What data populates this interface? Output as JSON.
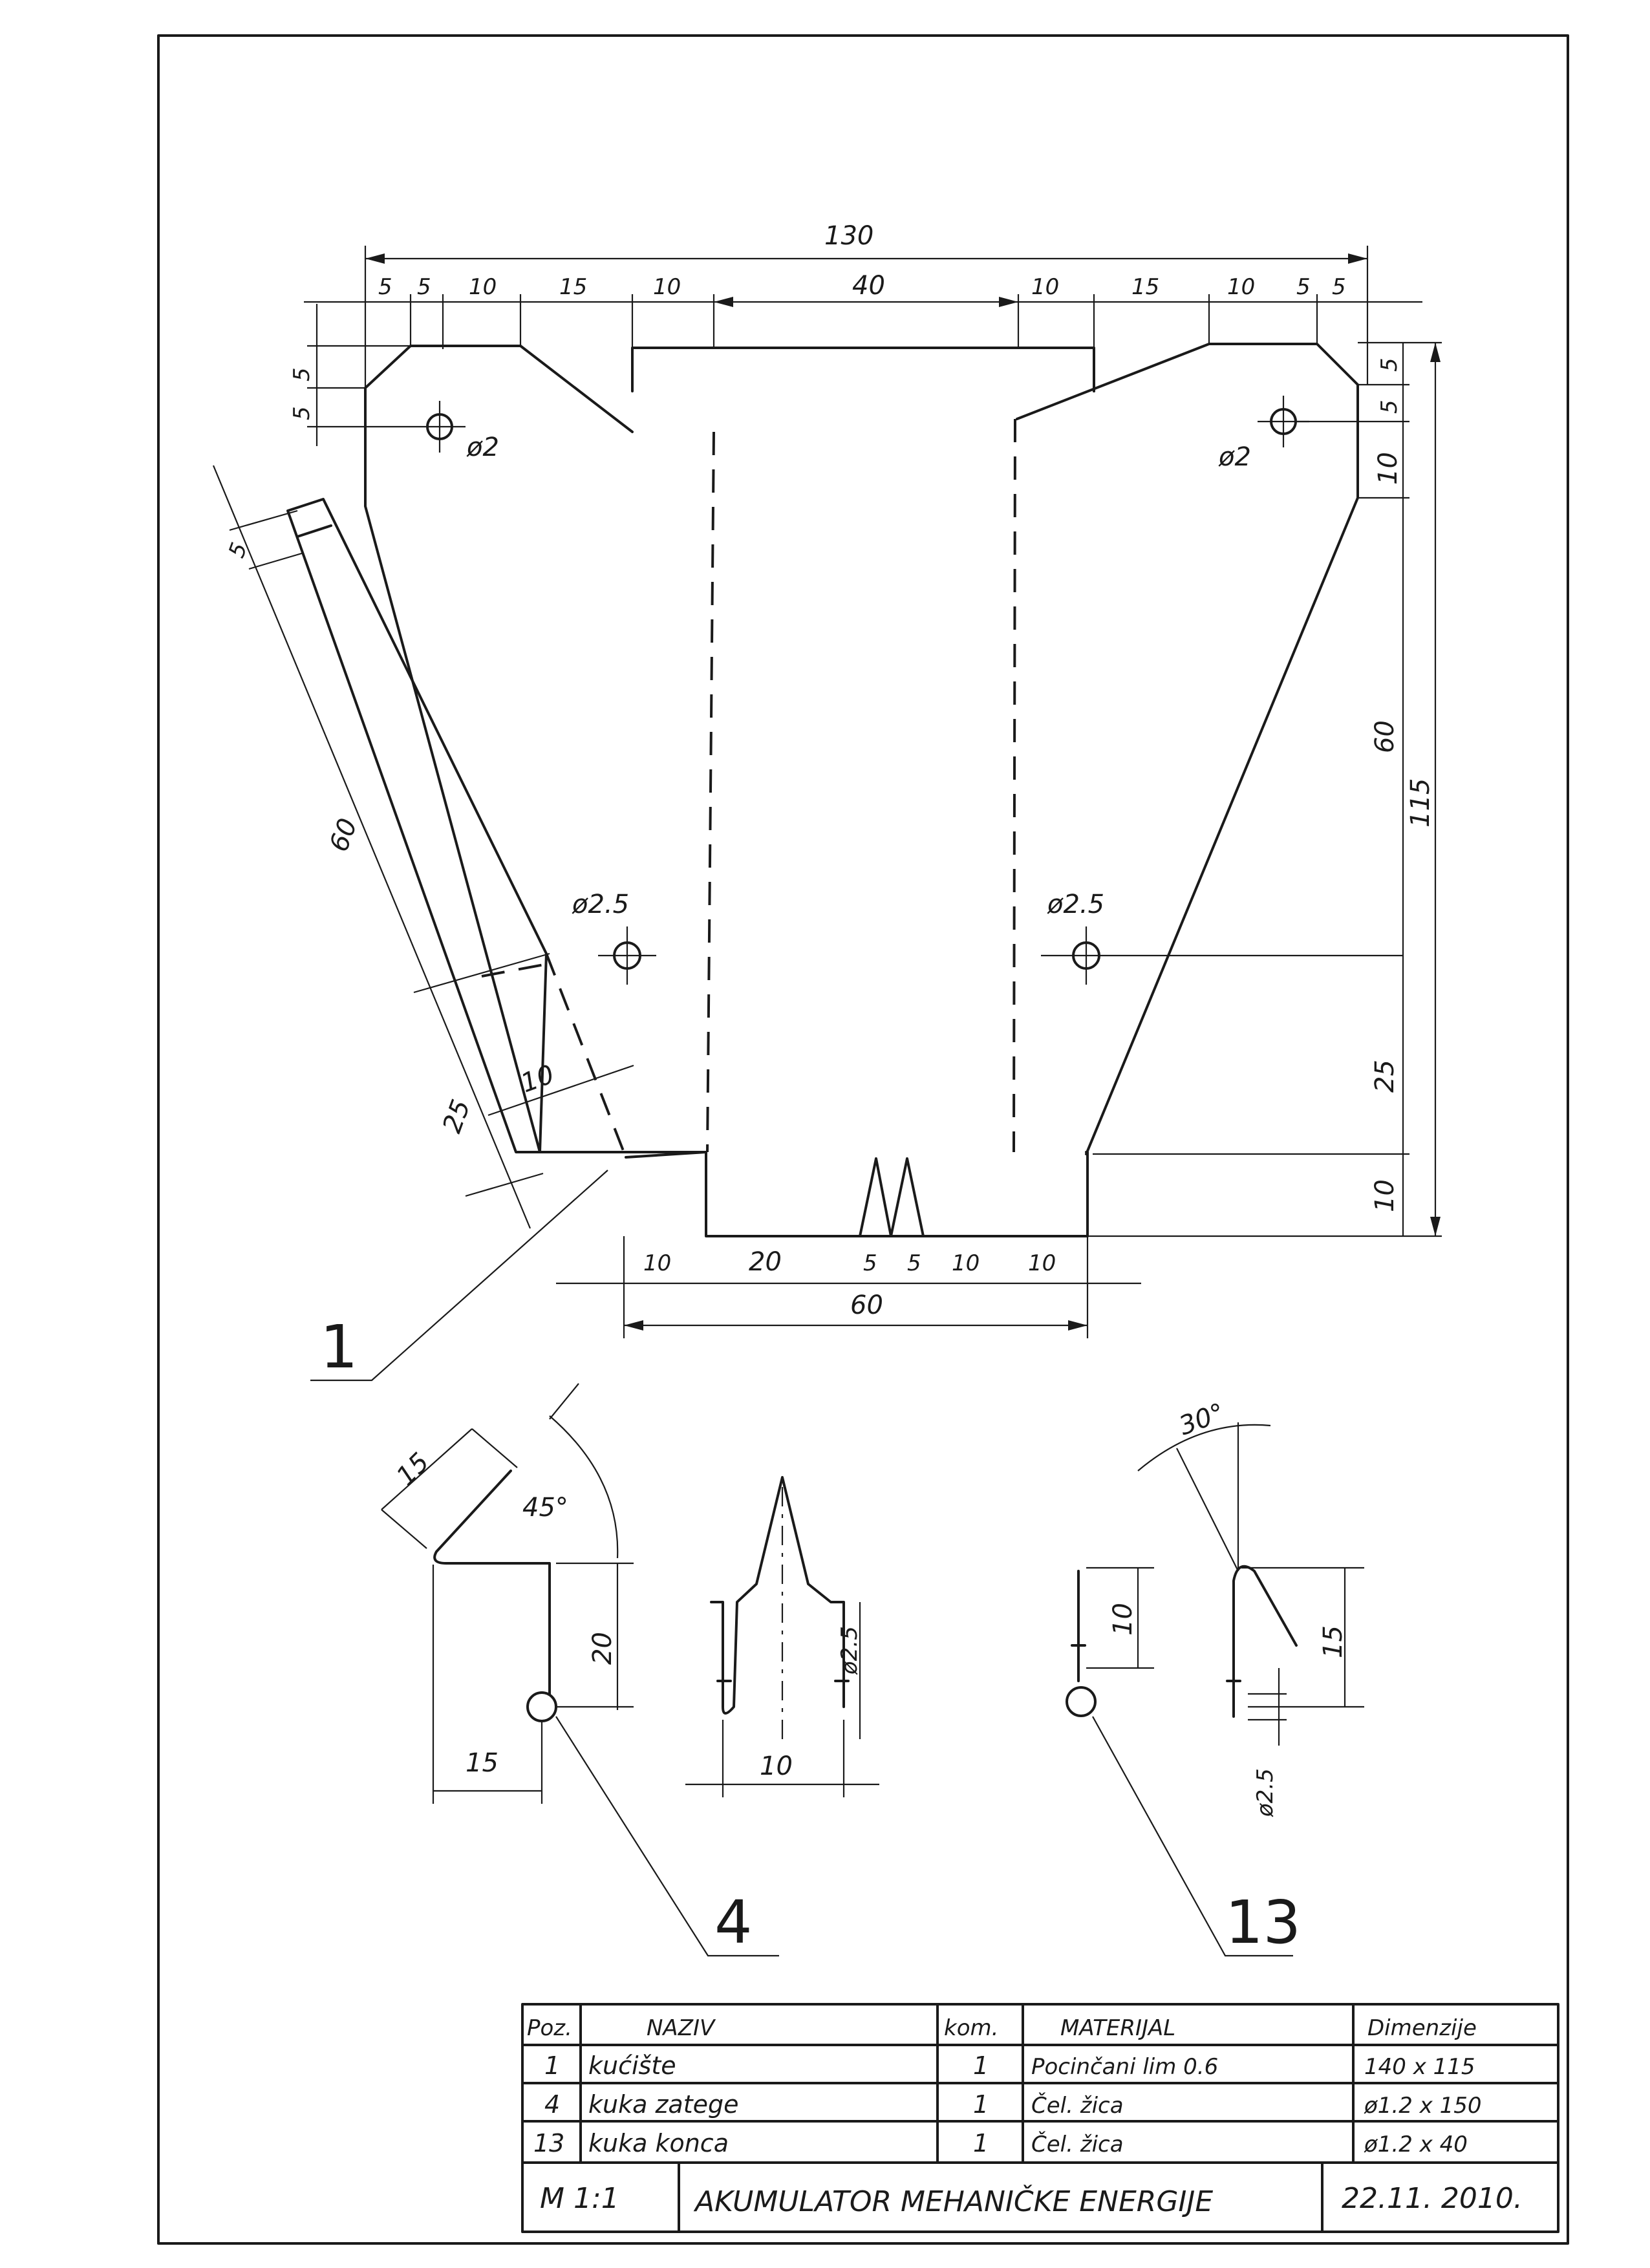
{
  "drawing": {
    "dimensions_top": {
      "overall": "130",
      "segments": [
        "5",
        "5",
        "10",
        "15",
        "10",
        "40",
        "10",
        "15",
        "10",
        "5",
        "5"
      ]
    },
    "dimensions_bottom": {
      "overall": "60",
      "segments": [
        "10",
        "20",
        "5",
        "5",
        "10",
        "10"
      ]
    },
    "dimensions_right": {
      "overall": "115",
      "segments": [
        "5",
        "5",
        "10",
        "60",
        "25",
        "10"
      ]
    },
    "dimensions_left": {
      "top_vertical": [
        "5",
        "5"
      ],
      "flap_end": "5",
      "flap_long": "60",
      "flap_short": "25",
      "flap_width": "10"
    },
    "holes": {
      "small_left": "ø2",
      "small_right": "ø2",
      "large_left": "ø2.5",
      "large_right": "ø2.5"
    },
    "part4": {
      "dim_arm": "15",
      "angle": "45°",
      "dim_height": "20",
      "dim_base": "15",
      "dim_wire": "ø2.5",
      "dim_spacing": "10"
    },
    "part13": {
      "angle": "30°",
      "dim_left": "10",
      "dim_right": "15",
      "dim_wire": "ø2.5"
    },
    "position_labels": [
      "1",
      "4",
      "13"
    ]
  },
  "title_block": {
    "headers": [
      "Poz.",
      "NAZIV",
      "kom.",
      "MATERIJAL",
      "Dimenzije"
    ],
    "rows": [
      [
        "1",
        "kućište",
        "1",
        "Pocinčani lim   0.6",
        "140 x 115"
      ],
      [
        "4",
        "kuka zatege",
        "1",
        "Čel. žica",
        "ø1.2 x 150"
      ],
      [
        "13",
        "kuka konca",
        "1",
        "Čel. žica",
        "ø1.2 x 40"
      ]
    ],
    "scale": "M 1:1",
    "title": "AKUMULATOR MEHANIČKE ENERGIJE",
    "date": "22.11. 2010."
  }
}
